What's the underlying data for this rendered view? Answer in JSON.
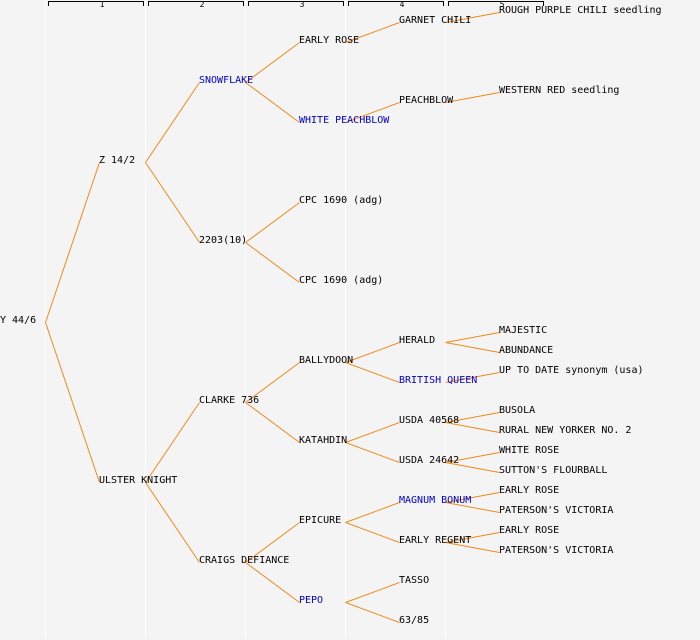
{
  "colors": {
    "background": "#f4f4f4",
    "separator": "#ffffff",
    "link": "#f08a1c",
    "text": "#000000",
    "highlight": "#0000cc"
  },
  "generations": [
    {
      "label": "1"
    },
    {
      "label": "2"
    },
    {
      "label": "3"
    },
    {
      "label": "4"
    },
    {
      "label": "5"
    }
  ],
  "tree": {
    "name": "Y 44/6",
    "children": [
      {
        "name": "Z 14/2",
        "children": [
          {
            "name": "SNOWFLAKE",
            "highlight": true,
            "children": [
              {
                "name": "EARLY ROSE",
                "children": [
                  {
                    "name": "GARNET CHILI",
                    "children": [
                      {
                        "name": "ROUGH PURPLE CHILI seedling"
                      },
                      null
                    ]
                  },
                  null
                ]
              },
              {
                "name": "WHITE PEACHBLOW",
                "highlight": true,
                "children": [
                  {
                    "name": "PEACHBLOW",
                    "children": [
                      {
                        "name": "WESTERN RED seedling"
                      },
                      null
                    ]
                  },
                  null
                ]
              }
            ]
          },
          {
            "name": "2203(10)",
            "children": [
              {
                "name": "CPC 1690 (adg)"
              },
              {
                "name": "CPC 1690 (adg)"
              }
            ]
          }
        ]
      },
      {
        "name": "ULSTER KNIGHT",
        "children": [
          {
            "name": "CLARKE 736",
            "children": [
              {
                "name": "BALLYDOON",
                "children": [
                  {
                    "name": "HERALD",
                    "children": [
                      {
                        "name": "MAJESTIC"
                      },
                      {
                        "name": "ABUNDANCE"
                      }
                    ]
                  },
                  {
                    "name": "BRITISH QUEEN",
                    "highlight": true,
                    "children": [
                      {
                        "name": "UP TO DATE synonym (usa)"
                      },
                      null
                    ]
                  }
                ]
              },
              {
                "name": "KATAHDIN",
                "children": [
                  {
                    "name": "USDA 40568",
                    "children": [
                      {
                        "name": "BUSOLA"
                      },
                      {
                        "name": "RURAL NEW YORKER NO. 2"
                      }
                    ]
                  },
                  {
                    "name": "USDA 24642",
                    "children": [
                      {
                        "name": "WHITE ROSE"
                      },
                      {
                        "name": "SUTTON'S FLOURBALL"
                      }
                    ]
                  }
                ]
              }
            ]
          },
          {
            "name": "CRAIGS DEFIANCE",
            "children": [
              {
                "name": "EPICURE",
                "children": [
                  {
                    "name": "MAGNUM BONUM",
                    "highlight": true,
                    "children": [
                      {
                        "name": "EARLY ROSE"
                      },
                      {
                        "name": "PATERSON'S VICTORIA"
                      }
                    ]
                  },
                  {
                    "name": "EARLY REGENT",
                    "children": [
                      {
                        "name": "EARLY ROSE"
                      },
                      {
                        "name": "PATERSON'S VICTORIA"
                      }
                    ]
                  }
                ]
              },
              {
                "name": "PEPO",
                "highlight": true,
                "children": [
                  {
                    "name": "TASSO"
                  },
                  {
                    "name": "63/85"
                  }
                ]
              }
            ]
          }
        ]
      }
    ]
  }
}
